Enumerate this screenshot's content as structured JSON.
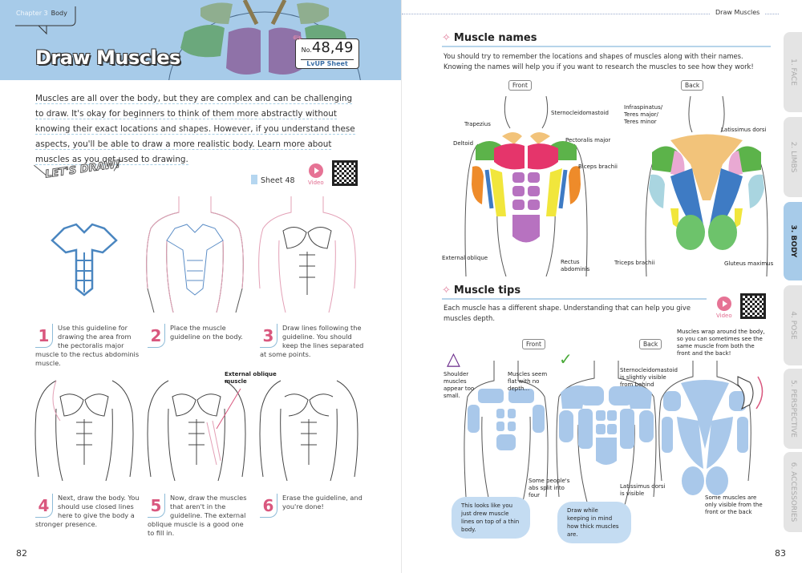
{
  "left": {
    "chapter_label": "Chapter 3",
    "chapter_name": "Body",
    "title": "Draw Muscles",
    "lvup": {
      "no_prefix": "No.",
      "numbers": "48,49",
      "label": "LvUP Sheet"
    },
    "intro": "Muscles are all over the body, but they are complex and can be challenging to draw. It's okay for beginners to think of them more abstractly without knowing their exact locations and shapes. However, if you understand these aspects, you'll be able to draw a more realistic body. Learn more about muscles as you get used to drawing.",
    "lets_draw": "LET'S DRAW!",
    "sheet": "Sheet 48",
    "video": "Video",
    "external_oblique_label": "External oblique muscle",
    "steps": [
      {
        "num": "1",
        "text": "Use this guideline for drawing the area from the pectoralis major muscle to the rectus abdominis muscle."
      },
      {
        "num": "2",
        "text": "Place the muscle guideline on the body."
      },
      {
        "num": "3",
        "text": "Draw lines following the guideline. You should keep the lines separated at some points."
      },
      {
        "num": "4",
        "text": "Next, draw the body. You should use closed lines here to give the body a stronger presence."
      },
      {
        "num": "5",
        "text": "Now, draw the muscles that aren't in the guideline. The external oblique muscle is a good one to fill in."
      },
      {
        "num": "6",
        "text": "Erase the guideline, and you're done!"
      }
    ],
    "page_number": "82"
  },
  "right": {
    "running_title": "Draw Muscles",
    "names": {
      "heading": "Muscle names",
      "text": "You should try to remember the locations and shapes of muscles along with their names. Knowing the names will help you if you want to research the muscles to see how they work!",
      "front": "Front",
      "back": "Back",
      "labels": {
        "sternocleidomastoid": "Sternocleidomastoid",
        "trapezius": "Trapezius",
        "deltoid": "Deltoid",
        "pectoralis": "Pectoralis major",
        "biceps": "Biceps brachii",
        "external_oblique": "External oblique",
        "rectus": "Rectus abdominis",
        "infraspinatus": "Infraspinatus/ Teres major/ Teres minor",
        "latissimus": "Latissimus dorsi",
        "triceps": "Triceps brachii",
        "gluteus": "Gluteus maximus"
      }
    },
    "tips": {
      "heading": "Muscle tips",
      "text": "Each muscle has a different shape. Understanding that can help you give muscles depth.",
      "video": "Video",
      "front": "Front",
      "back": "Back",
      "shoulder": "Shoulder muscles appear too small.",
      "flat": "Muscles seem flat with no depth...",
      "abs_split": "Some people's abs split into four",
      "lat_visible": "Latissimus dorsi is visible",
      "scm_visible": "Sternocleidomastoid is slightly visible from behind",
      "wrap": "Muscles wrap around the body, so you can sometimes see the same muscle from both the front and the back!",
      "only_visible": "Some muscles are only visible from the front or the back",
      "bubble_bad": "This looks like you just drew muscle lines on top of a thin body.",
      "bubble_good": "Draw while keeping in mind how thick muscles are."
    },
    "tabs": [
      {
        "label": "1. FACE"
      },
      {
        "label": "2. LIMBS"
      },
      {
        "label": "3. BODY",
        "active": true
      },
      {
        "label": "4. POSE"
      },
      {
        "label": "5. PERSPECTIVE"
      },
      {
        "label": "6. ACCESSORIES"
      }
    ],
    "page_number": "83"
  },
  "colors": {
    "header_blue": "#a7cbe9",
    "accent_pink": "#d9577e",
    "muscle_blue": "#c4dcf2"
  }
}
